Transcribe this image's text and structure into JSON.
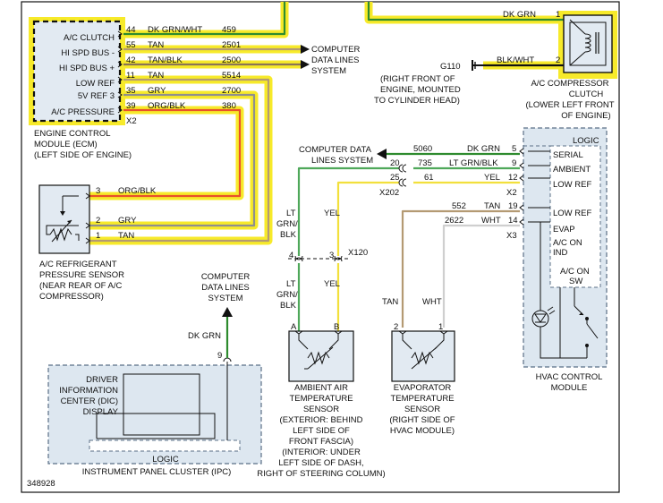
{
  "ecm": {
    "pins": [
      {
        "pin": "44",
        "label": "A/C CLUTCH",
        "color": "DK GRN/WHT",
        "circuit": "459"
      },
      {
        "pin": "55",
        "label": "HI SPD BUS -",
        "color": "TAN",
        "circuit": "2501"
      },
      {
        "pin": "42",
        "label": "HI SPD BUS +",
        "color": "TAN/BLK",
        "circuit": "2500"
      },
      {
        "pin": "11",
        "label": "LOW REF",
        "color": "TAN",
        "circuit": "5514"
      },
      {
        "pin": "35",
        "label": "5V REF 3",
        "color": "GRY",
        "circuit": "2700"
      },
      {
        "pin": "39",
        "label": "A/C PRESSURE",
        "color": "ORG/BLK",
        "circuit": "380"
      }
    ],
    "connector": "X2",
    "caption_1": "ENGINE CONTROL",
    "caption_2": "MODULE (ECM)",
    "caption_3": "(LEFT SIDE OF ENGINE)"
  },
  "cdl_top": {
    "line1": "COMPUTER",
    "line2": "DATA LINES",
    "line3": "SYSTEM"
  },
  "compressor": {
    "wire_top": "DK GRN",
    "pin_top": "1",
    "wire_bottom": "BLK/WHT",
    "pin_bottom": "2",
    "caption_1": "A/C COMPRESSOR",
    "caption_2": "CLUTCH",
    "caption_3": "(LOWER LEFT FRONT",
    "caption_4": "OF ENGINE)"
  },
  "ground": {
    "id": "G110",
    "caption_1": "(RIGHT FRONT OF",
    "caption_2": "ENGINE, MOUNTED",
    "caption_3": "TO CYLINDER HEAD)"
  },
  "pressure_sensor": {
    "pins": [
      {
        "pin": "3",
        "color": "ORG/BLK"
      },
      {
        "pin": "2",
        "color": "GRY"
      },
      {
        "pin": "1",
        "color": "TAN"
      }
    ],
    "caption_1": "A/C REFRIGERANT",
    "caption_2": "PRESSURE SENSOR",
    "caption_3": "(NEAR REAR OF A/C",
    "caption_4": "COMPRESSOR)"
  },
  "hvac": {
    "cdl_line1": "COMPUTER DATA",
    "cdl_line2": "LINES SYSTEM",
    "serial": {
      "circuit": "5060",
      "color": "DK GRN",
      "pin": "5",
      "label": "SERIAL"
    },
    "ambient": {
      "pin_left": "20",
      "circuit": "735",
      "color": "LT GRN/BLK",
      "pin": "9",
      "label": "AMBIENT"
    },
    "lowref1": {
      "pin_left": "25",
      "circuit": "61",
      "color": "YEL",
      "pin": "12",
      "label": "LOW REF"
    },
    "connector_left": "X202",
    "connector_right": "X2",
    "lowref2": {
      "circuit": "552",
      "color": "TAN",
      "pin": "19",
      "label": "LOW REF"
    },
    "evap": {
      "circuit": "2622",
      "color": "WHT",
      "pin": "14",
      "label": "EVAP"
    },
    "connector_x3": "X3",
    "logic": "LOGIC",
    "ac_on_ind_1": "A/C ON",
    "ac_on_ind_2": "IND",
    "ac_on_sw_1": "A/C ON",
    "ac_on_sw_2": "SW",
    "caption_1": "HVAC CONTROL",
    "caption_2": "MODULE"
  },
  "ambient_sensor": {
    "upper_left_color_1": "LT",
    "upper_left_color_2": "GRN/",
    "upper_left_color_3": "BLK",
    "upper_right_color": "YEL",
    "pin_left": "4",
    "pin_right": "3",
    "connector": "X120",
    "lower_left_color_1": "LT",
    "lower_left_color_2": "GRN/",
    "lower_left_color_3": "BLK",
    "lower_right_color": "YEL",
    "terminal_a": "A",
    "terminal_b": "B",
    "caption_1": "AMBIENT AIR",
    "caption_2": "TEMPERATURE",
    "caption_3": "SENSOR",
    "caption_4": "(EXTERIOR: BEHIND",
    "caption_5": "LEFT SIDE OF",
    "caption_6": "FRONT FASCIA)",
    "caption_7": "(INTERIOR: UNDER",
    "caption_8": "LEFT SIDE OF DASH,",
    "caption_9": "RIGHT OF STEERING COLUMN)"
  },
  "evap_sensor": {
    "left_color": "TAN",
    "right_color": "WHT",
    "pin_left": "2",
    "pin_right": "1",
    "caption_1": "EVAPORATOR",
    "caption_2": "TEMPERATURE",
    "caption_3": "SENSOR",
    "caption_4": "(RIGHT SIDE OF",
    "caption_5": "HVAC MODULE)"
  },
  "ipc": {
    "cdl_line1": "COMPUTER",
    "cdl_line2": "DATA LINES",
    "cdl_line3": "SYSTEM",
    "wire_color": "DK GRN",
    "pin": "9",
    "dic_1": "DRIVER",
    "dic_2": "INFORMATION",
    "dic_3": "CENTER (DIC)",
    "dic_4": "DISPLAY",
    "logic": "LOGIC",
    "caption": "INSTRUMENT PANEL CLUSTER (IPC)"
  },
  "figure_id": "348928",
  "colors": {
    "highlight": "#f7ea2a",
    "dk_grn": "#2e8b2e",
    "tan": "#b49a73",
    "orange": "#e8512a",
    "gray": "#8f8f8f",
    "yellow": "#f2e03c",
    "lt_grn": "#4fa85a",
    "white_wire": "#cfcfcf",
    "black": "#111111"
  }
}
